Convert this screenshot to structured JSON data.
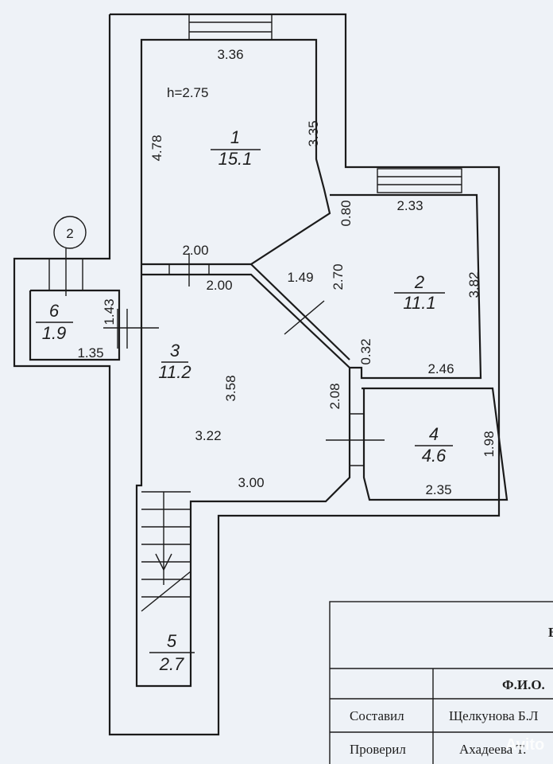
{
  "plan": {
    "ceiling_height": "h=2.75",
    "axis_marker": "2",
    "rooms": [
      {
        "number": "1",
        "area": "15.1"
      },
      {
        "number": "2",
        "area": "11.1"
      },
      {
        "number": "3",
        "area": "11.2"
      },
      {
        "number": "4",
        "area": "4.6"
      },
      {
        "number": "5",
        "area": "2.7"
      },
      {
        "number": "6",
        "area": "1.9"
      }
    ],
    "dimensions": {
      "r1_top": "3.36",
      "r1_left": "4.78",
      "r1_right": "3.35",
      "r1_bottom": "2.00",
      "r3_top": "2.00",
      "r2_notch": "0.80",
      "r2_top": "2.33",
      "r2_diag": "1.49",
      "r2_inner": "2.70",
      "r2_right": "3.82",
      "r2_small": "0.32",
      "r2_bottom": "2.46",
      "r6_height": "1.43",
      "r6_width": "1.35",
      "r3_height": "3.58",
      "r3_width": "3.22",
      "r3_side": "2.08",
      "r3_bottom": "3.00",
      "r4_height": "1.98",
      "r4_width": "2.35"
    }
  },
  "stamp": {
    "header_fragment": "Б",
    "column_header": "Ф.И.О.",
    "rows": [
      {
        "role": "Составил",
        "name": "Щелкунова Б.Л"
      },
      {
        "role": "Проверил",
        "name": "Ахадеева Т."
      }
    ]
  },
  "watermark": "Avito"
}
